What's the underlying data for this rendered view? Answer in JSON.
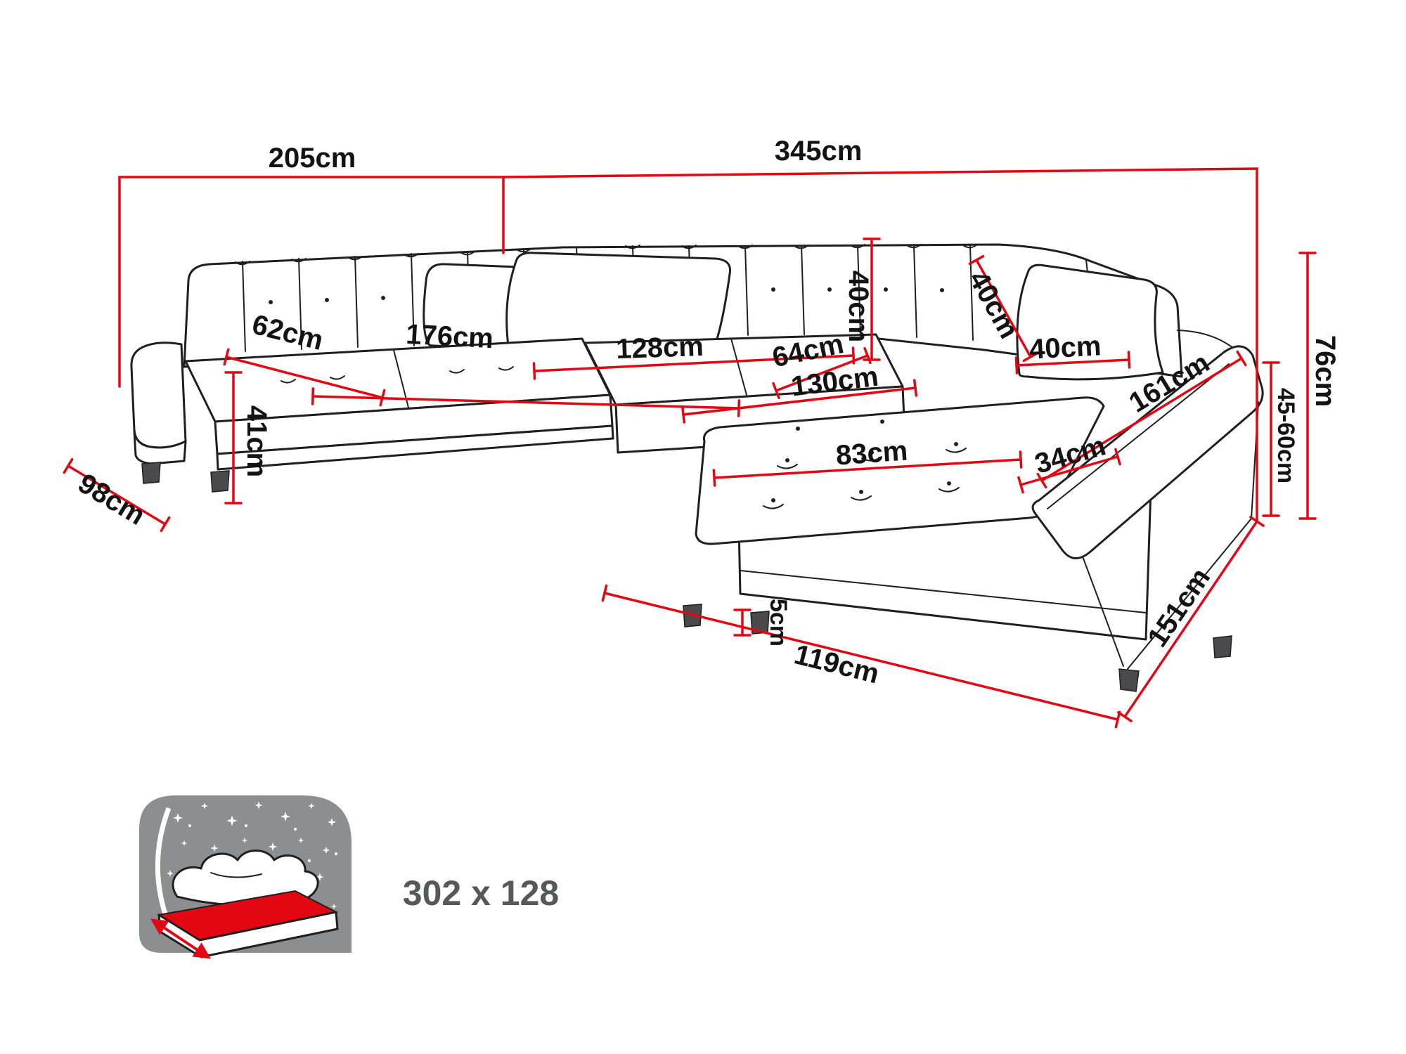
{
  "diagram_title": "corner-sofa-dimensions",
  "labels": {
    "width_left": "205cm",
    "width_back": "345cm",
    "seat_depth_left": "62cm",
    "seat_length_left": "176cm",
    "seat_length_middle": "128cm",
    "seat_depth_middle": "64cm",
    "backrest_height": "40cm",
    "cushion_height": "40cm",
    "cushion_width": "40cm",
    "seat_width_right": "130cm",
    "seat_height": "41cm",
    "chaise_length": "83cm",
    "armrest_width": "34cm",
    "armrest_length": "161cm",
    "total_height": "76cm",
    "backrest_adjustable_height": "45-60cm",
    "side_depth_left": "98cm",
    "leg_height": "5cm",
    "side_depth_right": "151cm",
    "front_width": "119cm",
    "sleeping_area": "302 x 128"
  },
  "colors": {
    "dimension_red": "#e30613",
    "outline_black": "#1f1f1f",
    "icon_gray": "#8d8e90",
    "sleeping_label_gray": "#57585a"
  }
}
